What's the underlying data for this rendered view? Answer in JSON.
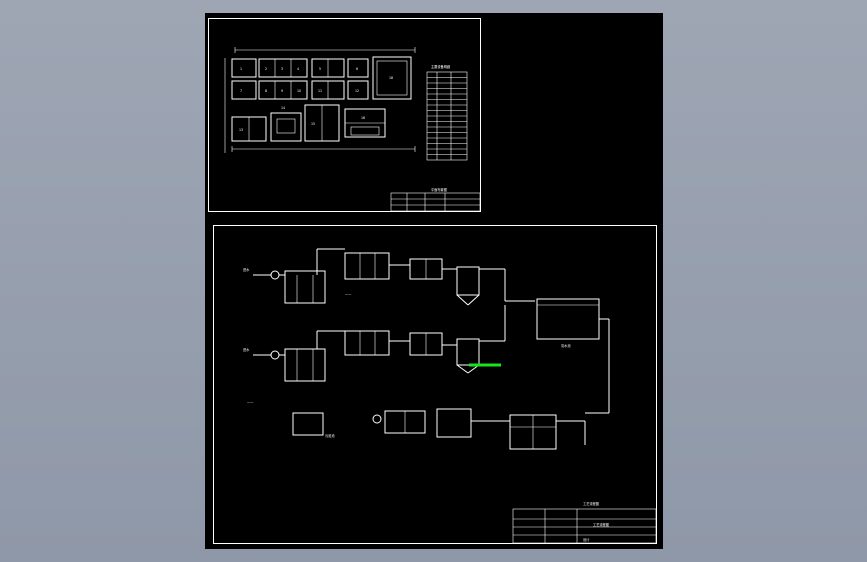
{
  "drawing": {
    "layout_sheet": {
      "room_numbers_row1": [
        "1",
        "2",
        "3",
        "4",
        "5",
        "6"
      ],
      "room_numbers_row2": [
        "7",
        "8",
        "9",
        "10",
        "11",
        "12"
      ],
      "room_numbers_row3": [
        "13",
        "14",
        "15",
        "16"
      ],
      "large_room_label": "18",
      "table_title": "主要设备明细",
      "title_block_label": "平面布置图"
    },
    "process_sheet": {
      "inflow_label_1": "进水",
      "inflow_label_2": "进水",
      "tank_caption": "清水池",
      "sludge_caption": "污泥池",
      "title_block_main": "工艺流程图",
      "title_block_sub": "工艺流程图",
      "title_block_name": "设计"
    }
  },
  "colors": {
    "background": "#9ea6b4",
    "canvas": "#000000",
    "lines": "#ffffff",
    "highlight": "#19e619"
  }
}
